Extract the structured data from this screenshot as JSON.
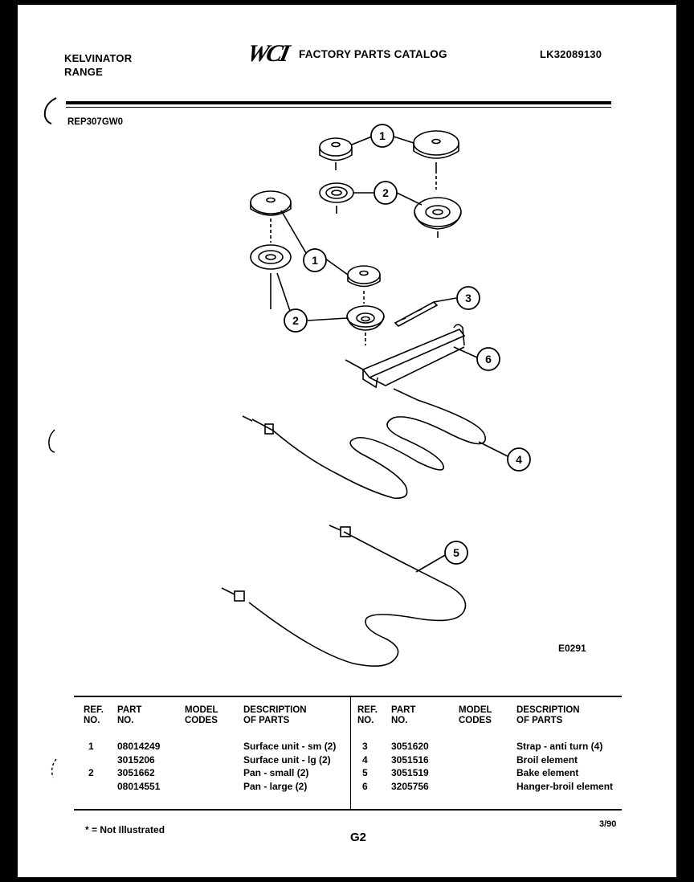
{
  "header": {
    "brand_line1": "KELVINATOR",
    "brand_line2": "RANGE",
    "logo": "WCI",
    "catalog_title": "FACTORY PARTS CATALOG",
    "catalog_number": "LK32089130",
    "model_number": "REP307GW0"
  },
  "diagram": {
    "figure_id": "E0291",
    "callouts": [
      "1",
      "2",
      "3",
      "4",
      "5",
      "6"
    ]
  },
  "table": {
    "headers": {
      "ref_no": "REF.\nNO.",
      "part_no": "PART\nNO.",
      "model_codes": "MODEL\nCODES",
      "description": "DESCRIPTION\nOF PARTS"
    },
    "left_rows": [
      {
        "ref": "1",
        "part": "08014249",
        "codes": "",
        "desc": "Surface unit - sm (2)"
      },
      {
        "ref": "",
        "part": "3015206",
        "codes": "",
        "desc": "Surface unit - lg (2)"
      },
      {
        "ref": "2",
        "part": "3051662",
        "codes": "",
        "desc": "Pan - small (2)"
      },
      {
        "ref": "",
        "part": "08014551",
        "codes": "",
        "desc": "Pan - large (2)"
      }
    ],
    "right_rows": [
      {
        "ref": "3",
        "part": "3051620",
        "codes": "",
        "desc": "Strap - anti turn (4)"
      },
      {
        "ref": "4",
        "part": "3051516",
        "codes": "",
        "desc": "Broil element"
      },
      {
        "ref": "5",
        "part": "3051519",
        "codes": "",
        "desc": "Bake element"
      },
      {
        "ref": "6",
        "part": "3205756",
        "codes": "",
        "desc": "Hanger-broil element"
      }
    ]
  },
  "footer": {
    "note": "* = Not Illustrated",
    "page": "G2",
    "date": "3/90"
  }
}
